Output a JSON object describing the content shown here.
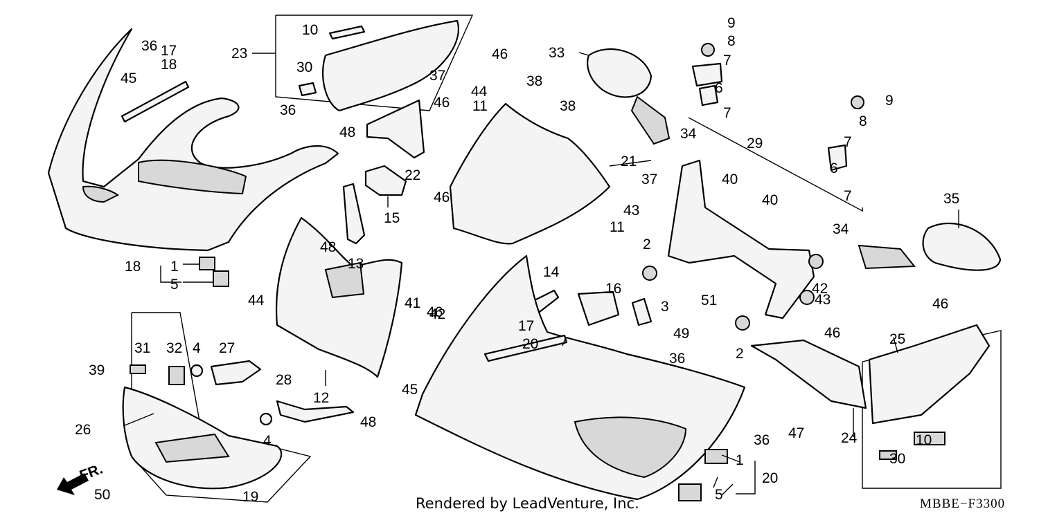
{
  "diagram": {
    "code": "MBBE−F3300",
    "credit": "Rendered by LeadVenture, Inc.",
    "direction_label": "FR.",
    "callouts": [
      "1",
      "1",
      "2",
      "2",
      "3",
      "4",
      "4",
      "5",
      "5",
      "6",
      "6",
      "7",
      "7",
      "7",
      "7",
      "8",
      "8",
      "9",
      "9",
      "10",
      "10",
      "11",
      "11",
      "12",
      "13",
      "14",
      "15",
      "16",
      "17",
      "17",
      "18",
      "18",
      "19",
      "20",
      "20",
      "21",
      "22",
      "23",
      "24",
      "25",
      "26",
      "27",
      "28",
      "29",
      "30",
      "30",
      "31",
      "32",
      "33",
      "34",
      "34",
      "35",
      "36",
      "36",
      "36",
      "36",
      "37",
      "37",
      "38",
      "38",
      "39",
      "40",
      "40",
      "41",
      "42",
      "42",
      "43",
      "43",
      "44",
      "44",
      "45",
      "45",
      "46",
      "46",
      "46",
      "46",
      "46",
      "46",
      "47",
      "48",
      "48",
      "48",
      "49",
      "50",
      "51"
    ]
  }
}
